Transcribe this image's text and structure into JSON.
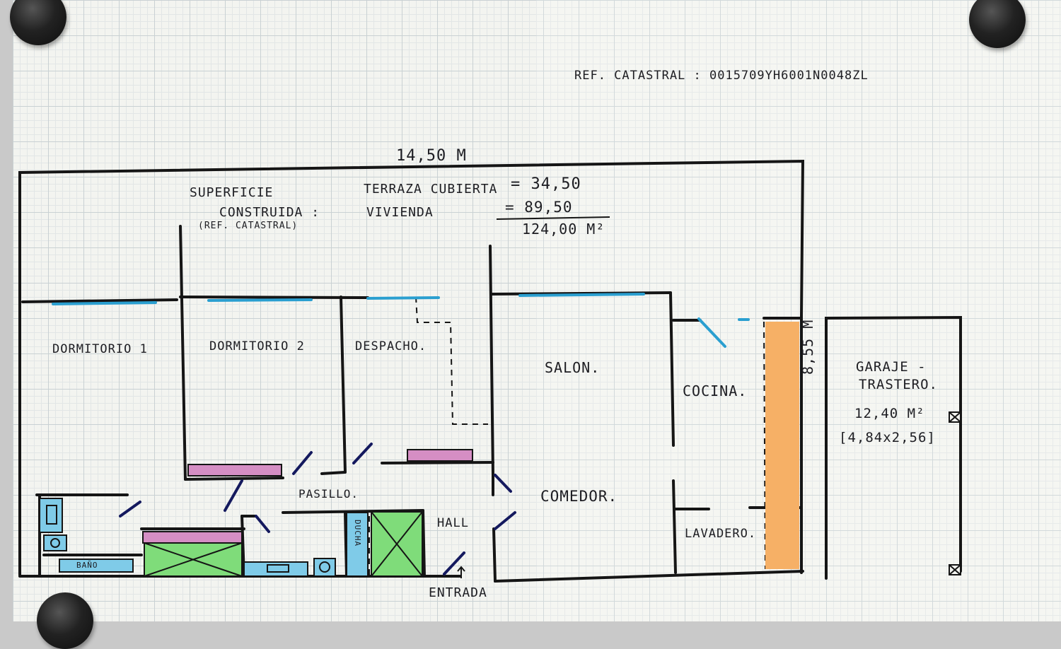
{
  "header": {
    "cadastral_ref": "REF. CATASTRAL : 0015709YH6001N0048ZL"
  },
  "dimensions": {
    "width": "14,50 M",
    "depth": "8,55 M"
  },
  "surface": {
    "label_line1": "SUPERFICIE",
    "label_line2": "CONSTRUIDA :",
    "label_line3": "(REF. CATASTRAL)",
    "terraza_label": "TERRAZA CUBIERTA",
    "terraza_value": "= 34,50",
    "vivienda_label": "VIVIENDA",
    "vivienda_value": "= 89,50",
    "total": "124,00 M²"
  },
  "rooms": {
    "dormitorio1": "DORMITORIO 1",
    "dormitorio2": "DORMITORIO 2",
    "despacho": "DESPACHO.",
    "salon": "SALON.",
    "cocina": "COCINA.",
    "comedor": "COMEDOR.",
    "lavadero": "LAVADERO.",
    "pasillo": "PASILLO.",
    "hall": "HALL",
    "bano": "BAÑO",
    "ducha": "DUCHA",
    "entrada": "ENTRADA",
    "garaje_line1": "GARAJE -",
    "garaje_line2": "TRASTERO.",
    "garaje_area": "12,40 M²",
    "garaje_dims": "[4,84x2,56]"
  },
  "colors": {
    "wall": "#151515",
    "window": "#2a9fd0",
    "closet": "#d58ec4",
    "bath_fixture": "#7fcbe8",
    "void": "#7fdc7a",
    "kitchen_counter": "#f6b066",
    "door": "#14195e"
  }
}
